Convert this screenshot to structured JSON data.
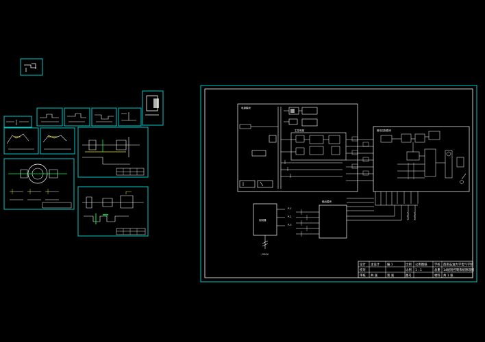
{
  "sheet": {
    "labels": {
      "power_module": "电源模块",
      "main_control": "主控电路",
      "drive_module": "驱动控制模块",
      "output_module": "输出模块",
      "controller": "控制器",
      "supply_note": "~220V",
      "tag_1": "P-1",
      "tag_2": "P-2",
      "tag_3": "P-3"
    },
    "title_block": {
      "r1": [
        "设计",
        "主设计",
        "编 1",
        "比例",
        "公用图纸",
        "学校",
        "西南石油大学电气学院"
      ],
      "r2": [
        "校对",
        "",
        "",
        "比例",
        "1 : 1",
        "总重",
        "14组别控制系统原理图"
      ],
      "r3": [
        "审核",
        "共 张",
        "第 张",
        "图号",
        "",
        "材料",
        "共 1 张"
      ]
    }
  },
  "colors": {
    "frame": "#00c8c8",
    "line": "#ffffff",
    "green": "#00ff44",
    "yellow": "#e8e800",
    "red": "#ff3030",
    "magenta": "#ff40ff"
  }
}
